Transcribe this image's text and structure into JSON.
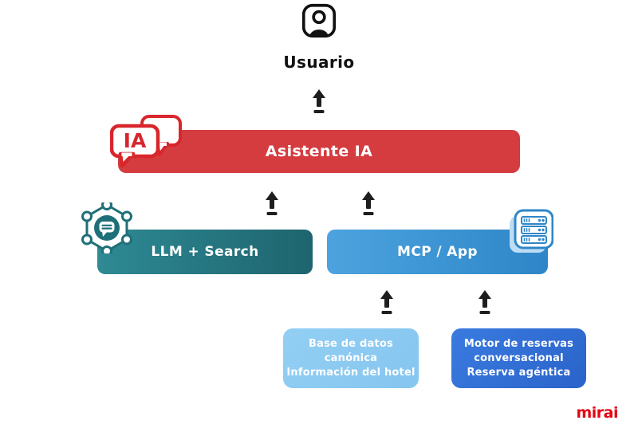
{
  "nodes": {
    "usuario": {
      "label": "Usuario",
      "icon": "user-card-icon"
    },
    "asistente_ia": {
      "label": "Asistente IA",
      "color": "#D43C40",
      "icon": "ia-chat-bubbles-icon",
      "icon_text": "IA"
    },
    "llm_search": {
      "label": "LLM + Search",
      "color_start": "#2E8A94",
      "color_end": "#1E646E",
      "icon": "hexagon-network-icon"
    },
    "mcp_app": {
      "label": "MCP / App",
      "color_start": "#4CA3DE",
      "color_end": "#2E86C8",
      "icon": "server-stack-icon"
    },
    "base_datos": {
      "lines": [
        "Base de datos",
        "canónica",
        "Información del hotel"
      ],
      "color": "#8CCBF2"
    },
    "motor_reservas": {
      "lines": [
        "Motor de reservas",
        "conversacional",
        "Reserva agéntica"
      ],
      "color": "#2D6FD3"
    }
  },
  "connections": [
    {
      "from": "asistente_ia",
      "to": "usuario",
      "direction": "up"
    },
    {
      "from": "llm_search",
      "to": "asistente_ia",
      "direction": "up"
    },
    {
      "from": "mcp_app",
      "to": "asistente_ia",
      "direction": "up"
    },
    {
      "from": "base_datos",
      "to": "mcp_app",
      "direction": "up"
    },
    {
      "from": "motor_reservas",
      "to": "mcp_app",
      "direction": "up"
    }
  ],
  "branding": {
    "logo_text": "mirai",
    "logo_color": "#E30613"
  },
  "colors": {
    "arrow": "#1E1E1E",
    "background": "#FFFFFF",
    "user_icon": "#111111",
    "icon_red": "#D8262C",
    "icon_teal": "#1F6F78",
    "icon_blue": "#2E86C8"
  }
}
